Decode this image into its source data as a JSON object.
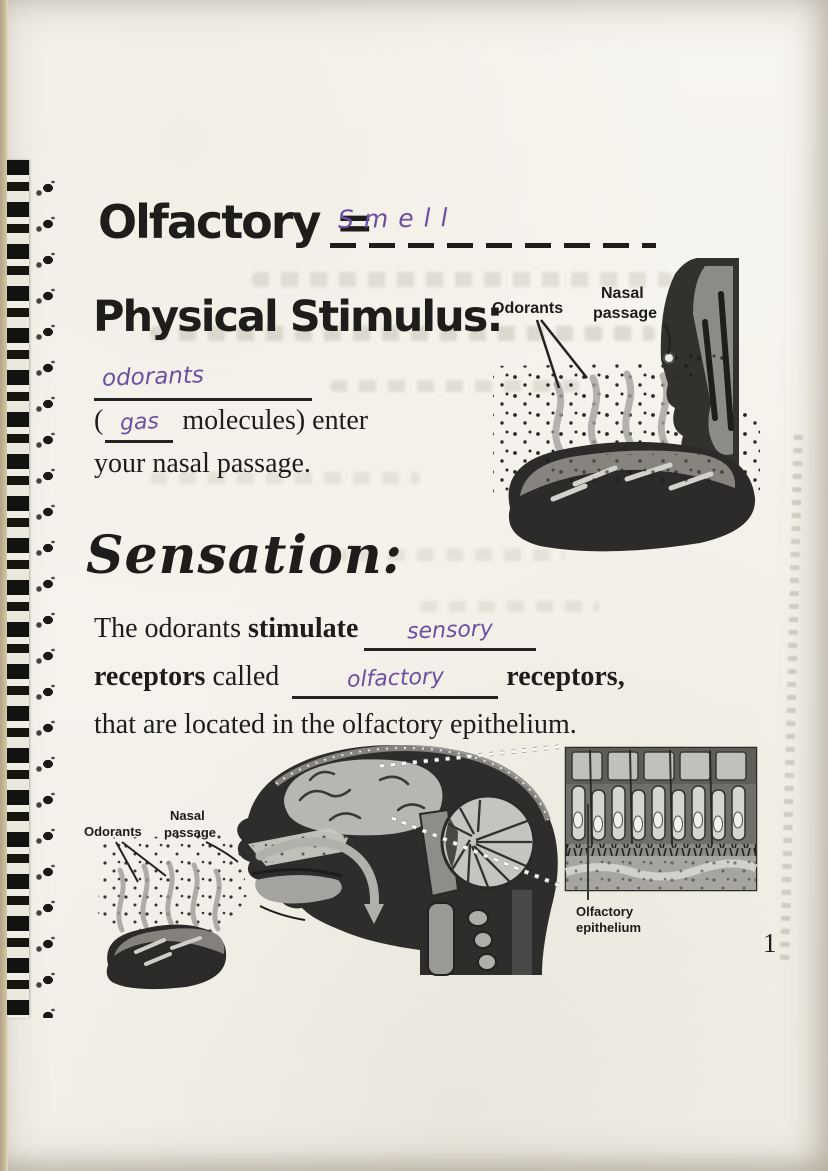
{
  "page": {
    "number": "1"
  },
  "title": {
    "term": "Olfactory",
    "equals": "=",
    "answer": "Smell"
  },
  "physical_stimulus": {
    "heading": "Physical Stimulus:",
    "blank_answer": "odorants",
    "paren_open": "(",
    "gas_answer": "gas",
    "after_gas": " molecules) enter",
    "line2": "your nasal passage."
  },
  "top_figure": {
    "odorants_label": "Odorants",
    "nasal_label_1": "Nasal",
    "nasal_label_2": "passage"
  },
  "sensation": {
    "heading": "Sensation:",
    "l1_pre": "The odorants ",
    "l1_bold": "stimulate",
    "l1_answer": "sensory",
    "l2_bold1": "receptors",
    "l2_mid": " called ",
    "l2_answer": "olfactory",
    "l2_bold2": "receptors,",
    "l3": "that are located in the olfactory epithelium."
  },
  "bottom_figure": {
    "odorants_label": "Odorants",
    "nasal_label_1": "Nasal",
    "nasal_label_2": "passage",
    "epithelium_label_1": "Olfactory",
    "epithelium_label_2": "epithelium"
  },
  "colors": {
    "ink": "#1e1d1b",
    "handwriting_purple": "#6d4fa1",
    "paper": "#f6f4ee"
  }
}
